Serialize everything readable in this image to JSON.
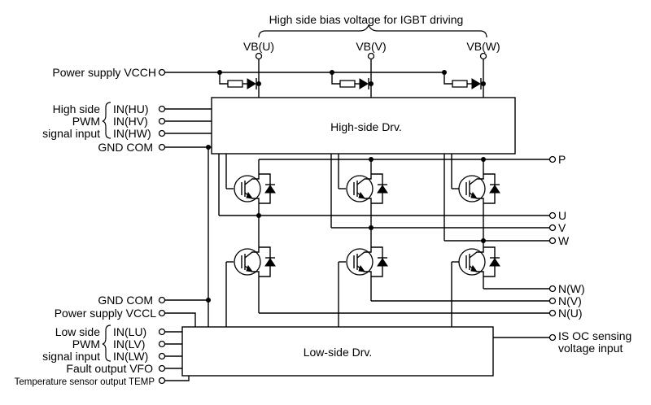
{
  "title": "High side bias voltage for IGBT driving",
  "vb_labels": [
    "VB(U)",
    "VB(V)",
    "VB(W)"
  ],
  "blocks": {
    "high_side": "High-side Drv.",
    "low_side": "Low-side Drv."
  },
  "left_labels": {
    "vcch": "Power supply VCCH",
    "hs_group": [
      "High side",
      "PWM",
      "signal input"
    ],
    "hs_inputs": [
      "IN(HU)",
      "IN(HV)",
      "IN(HW)"
    ],
    "gnd_com_1": "GND COM",
    "gnd_com_2": "GND COM",
    "vccl": "Power supply VCCL",
    "ls_group": [
      "Low side",
      "PWM",
      "signal input"
    ],
    "ls_inputs": [
      "IN(LU)",
      "IN(LV)",
      "IN(LW)"
    ],
    "vfo": "Fault output VFO",
    "temp": "Temperature sensor output TEMP"
  },
  "right_labels": {
    "p": "P",
    "u": "U",
    "v": "V",
    "w": "W",
    "nw": "N(W)",
    "nv": "N(V)",
    "nu": "N(U)",
    "is_oc": [
      "IS OC sensing",
      "voltage input"
    ]
  },
  "components": {
    "igbt": "igbt-symbol",
    "diode": "freewheel-diode-symbol",
    "bootstrap": "bootstrap-resistor-diode"
  }
}
